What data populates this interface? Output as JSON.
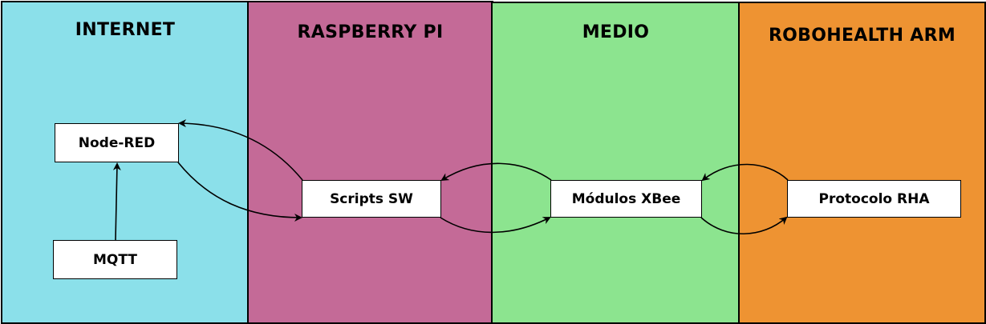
{
  "colors": {
    "internet": "#8be0ea",
    "raspberry": "#c46a97",
    "medio": "#8ce48f",
    "robohealth": "#ee9332"
  },
  "lanes": {
    "internet": {
      "title": "INTERNET"
    },
    "raspberry": {
      "title": "RASPBERRY PI"
    },
    "medio": {
      "title": "MEDIO"
    },
    "robohealth": {
      "title": "ROBOHEALTH ARM"
    }
  },
  "nodes": {
    "node_red": "Node-RED",
    "mqtt": "MQTT",
    "scripts_sw": "Scripts SW",
    "modulos_xbee": "Módulos XBee",
    "protocolo_rha": "Protocolo RHA"
  }
}
